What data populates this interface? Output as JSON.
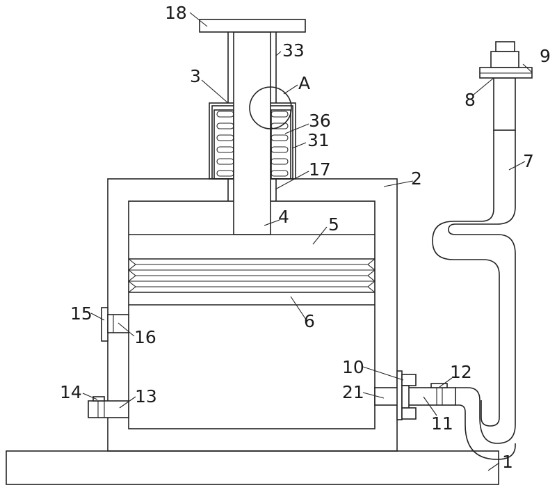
{
  "labels": {
    "l1": "1",
    "l2": "2",
    "l3": "3",
    "l4": "4",
    "l5": "5",
    "l6": "6",
    "l7": "7",
    "l8": "8",
    "l9": "9",
    "l10": "10",
    "l11": "11",
    "l12": "12",
    "l13": "13",
    "l14": "14",
    "l15": "15",
    "l16": "16",
    "l17": "17",
    "l18": "18",
    "l21": "21",
    "l31": "31",
    "l33": "33",
    "l36": "36",
    "lA": "A"
  }
}
